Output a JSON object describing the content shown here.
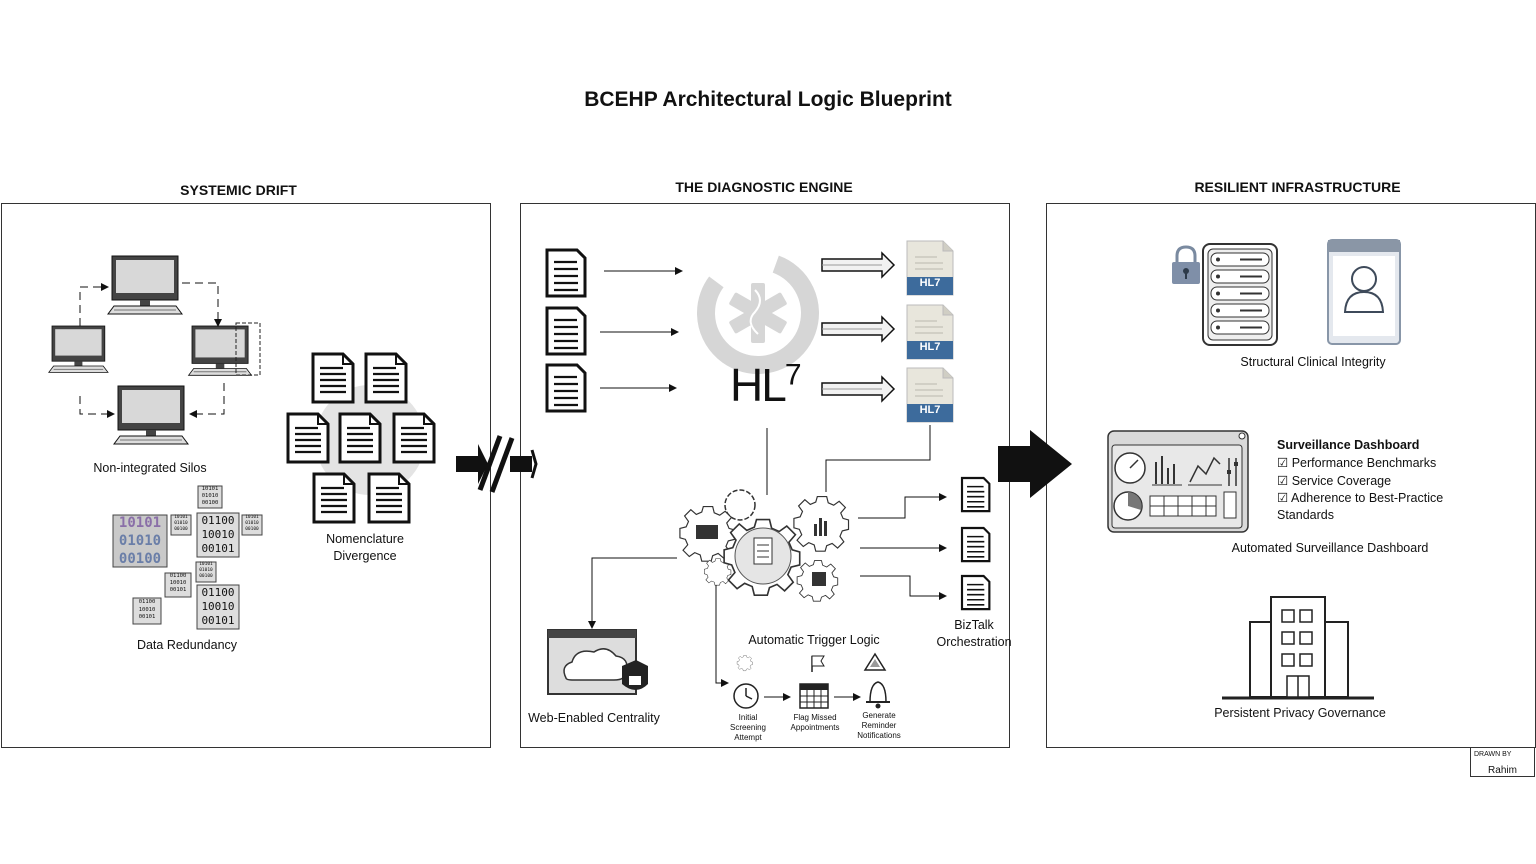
{
  "title": "BCEHP Architectural Logic Blueprint",
  "columns": {
    "left": "SYSTEMIC DRIFT",
    "middle": "THE DIAGNOSTIC ENGINE",
    "right": "RESILIENT INFRASTRUCTURE"
  },
  "left_panel": {
    "silos_label": "Non-integrated Silos",
    "nomenclature_label": "Nomenclature Divergence",
    "redundancy_label": "Data Redundancy",
    "binary": {
      "large": [
        "10101",
        "01010",
        "00100"
      ],
      "medium": [
        "01100",
        "10010",
        "00101"
      ],
      "small": [
        "10101",
        "01010",
        "00100"
      ]
    }
  },
  "middle_panel": {
    "hl7_logo_text": "HL",
    "hl7_logo_sup": "7",
    "hl7_doc_label": "HL7",
    "trigger_label": "Automatic Trigger Logic",
    "biztalk_label": "BizTalk Orchestration",
    "web_label": "Web-Enabled Centrality",
    "steps": [
      {
        "label": "Initial Screening Attempt"
      },
      {
        "label": "Flag Missed Appointments"
      },
      {
        "label": "Generate Reminder Notifications"
      }
    ]
  },
  "right_panel": {
    "integrity_label": "Structural Clinical Integrity",
    "dashboard_heading": "Surveillance Dashboard",
    "dashboard_items": [
      "Performance Benchmarks",
      "Service Coverage",
      "Adherence to Best-Practice Standards"
    ],
    "checkbox_glyph": "☑",
    "dashboard_label": "Automated Surveillance Dashboard",
    "privacy_label": "Persistent Privacy Governance"
  },
  "stamp": {
    "caption": "DRAWN BY",
    "name": "Rahim"
  }
}
